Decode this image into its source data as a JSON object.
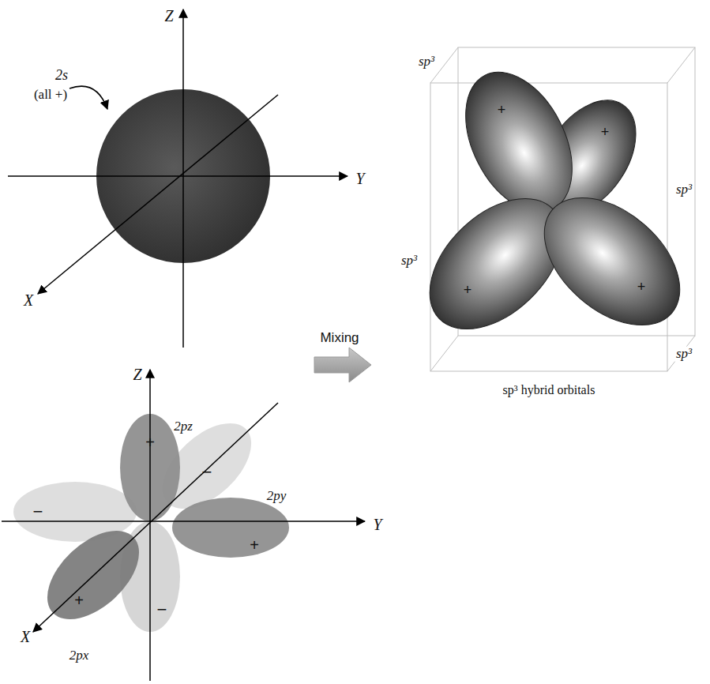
{
  "diagram": {
    "labels": [
      "Z",
      "2s",
      "(all +)",
      "Y",
      "X",
      "Z",
      "+",
      "2pz",
      "−",
      "2py",
      "−",
      "Y",
      "+",
      "X",
      "+",
      "−",
      "2px",
      "Mixing",
      "sp³",
      "+",
      "+",
      "sp³",
      "+",
      "sp³",
      "+",
      "sp³",
      "sp³ hybrid orbitals"
    ]
  }
}
